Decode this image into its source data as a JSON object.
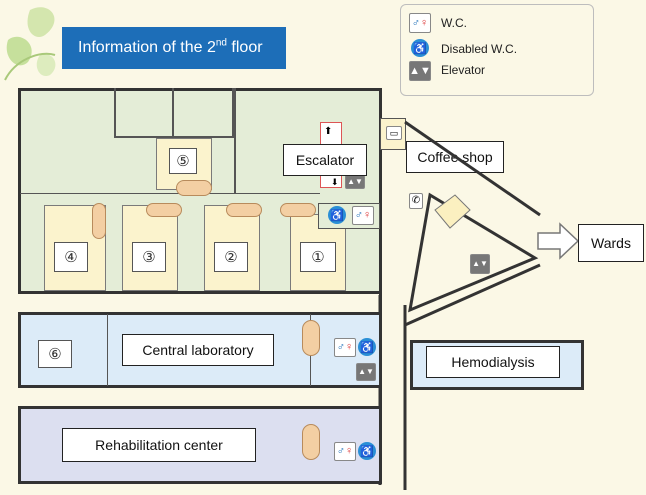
{
  "banner": {
    "title_main": "Information of the 2",
    "title_sup": "nd",
    "title_end": " floor"
  },
  "legend": {
    "items": [
      {
        "icon": "restroom-icon",
        "label": "W.C."
      },
      {
        "icon": "wheelchair-icon",
        "label": "Disabled W.C."
      },
      {
        "icon": "elevator-icon",
        "label": "Elevator"
      }
    ]
  },
  "rooms": {
    "escalator": "Escalator",
    "coffee_shop": "Coffee shop",
    "wards": "Wards",
    "central_laboratory": "Central laboratory",
    "hemodialysis": "Hemodialysis",
    "rehabilitation_center": "Rehabilitation center"
  },
  "numbers": {
    "n1": "①",
    "n2": "②",
    "n3": "③",
    "n4": "④",
    "n5": "⑤",
    "n6": "⑥"
  },
  "colors": {
    "banner": "#1d6eb8",
    "green_zone": "#e4edd7",
    "lab_zone": "#dcebf8",
    "rehab_zone": "#dcdff0",
    "room": "#fbf3cd",
    "door": "#f3cfa3"
  }
}
